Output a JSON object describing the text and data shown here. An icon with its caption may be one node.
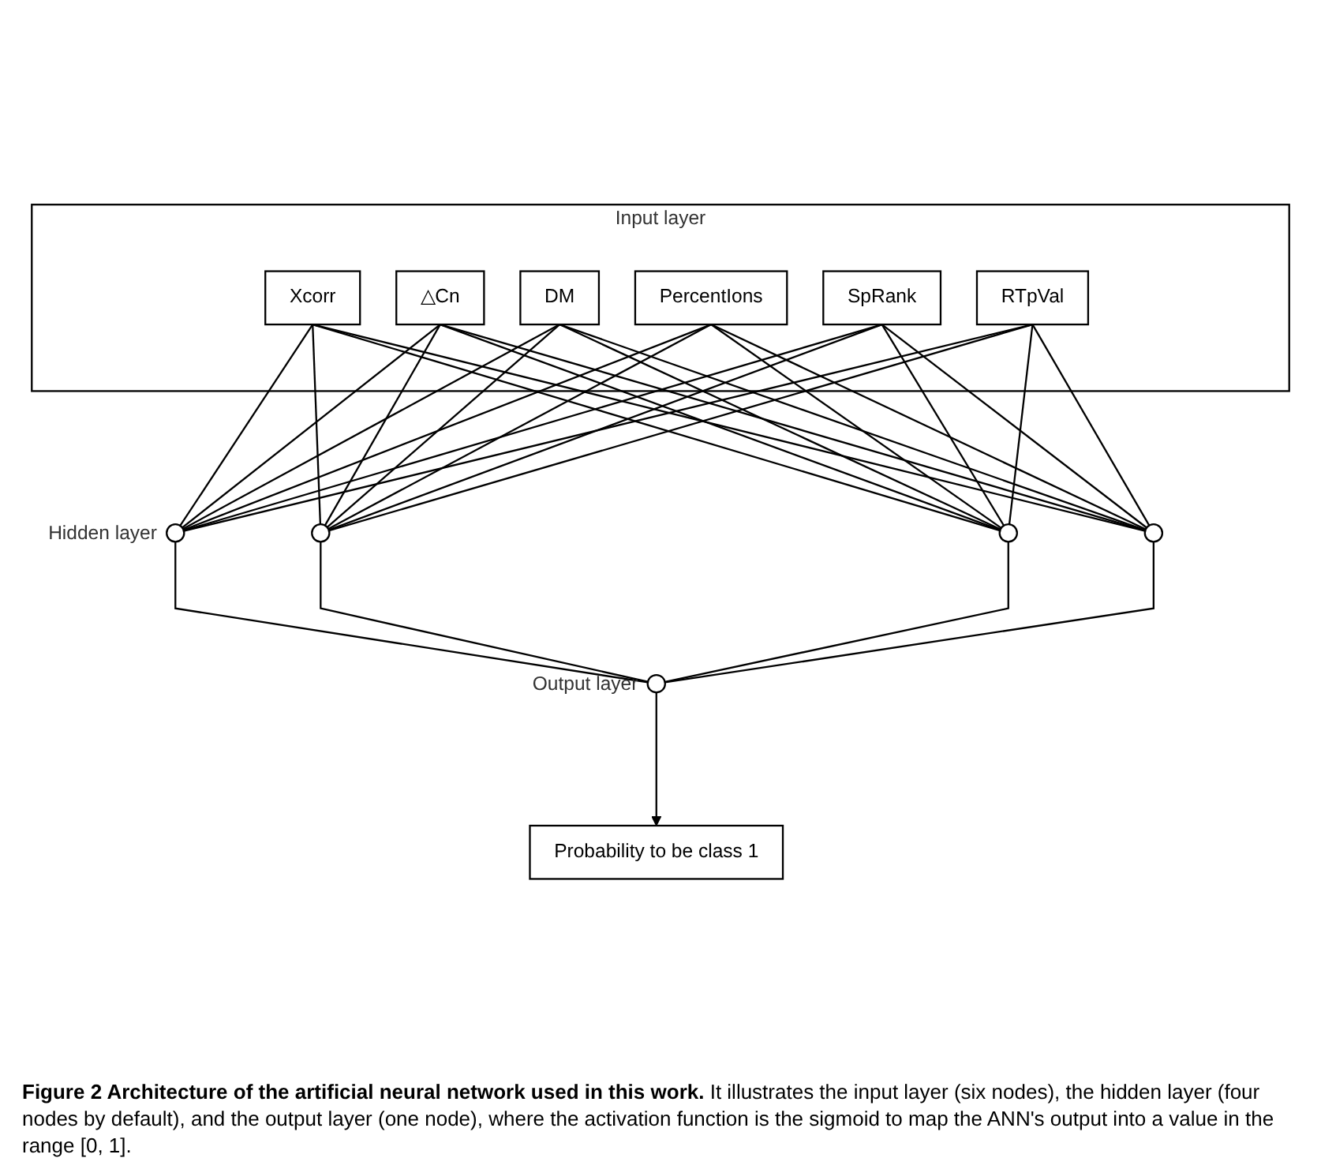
{
  "diagram": {
    "caption": "**Figure 2 Architecture of the artificial neural network used in this work.** It illustrates the input layer (six nodes), the hidden layer (four nodes by default), and the output layer (one node), where the activation function is the sigmoid to map the ANN's output into a value in the range [0, 1].",
    "nodes": [
      {
        "text": [
          "Input layer"
        ]
      },
      {
        "text": [
          "Xcorr"
        ],
        "in": 0
      },
      {
        "text": [
          "△Cn"
        ],
        "in": 0
      },
      {
        "text": [
          "DM"
        ],
        "in": 0
      },
      {
        "text": [
          "PercentIons"
        ],
        "in": 0
      },
      {
        "text": [
          "SpRank"
        ],
        "in": 0
      },
      {
        "text": [
          "RTpVal"
        ],
        "in": 0
      },
      {
        "text": [],
        "shape": "circle",
        "beside": [
          "Hidden layer"
        ]
      },
      {
        "text": [],
        "shape": "circle"
      },
      {
        "text": [],
        "shape": "circle"
      },
      {
        "text": [],
        "shape": "circle"
      },
      {
        "text": [],
        "shape": "circle",
        "beside": [
          "Output layer"
        ]
      },
      {
        "text": [
          "Probability to be class 1"
        ]
      }
    ],
    "edges": [
      {
        "from": 1,
        "to": 7,
        "arrow": "none"
      },
      {
        "from": 1,
        "to": 8,
        "arrow": "none"
      },
      {
        "from": 1,
        "to": 9,
        "arrow": "none"
      },
      {
        "from": 1,
        "to": 10,
        "arrow": "none"
      },
      {
        "from": 2,
        "to": 7,
        "arrow": "none"
      },
      {
        "from": 2,
        "to": 8,
        "arrow": "none"
      },
      {
        "from": 2,
        "to": 9,
        "arrow": "none"
      },
      {
        "from": 2,
        "to": 10,
        "arrow": "none"
      },
      {
        "from": 3,
        "to": 7,
        "arrow": "none"
      },
      {
        "from": 3,
        "to": 8,
        "arrow": "none"
      },
      {
        "from": 3,
        "to": 9,
        "arrow": "none"
      },
      {
        "from": 3,
        "to": 10,
        "arrow": "none"
      },
      {
        "from": 4,
        "to": 7,
        "arrow": "none"
      },
      {
        "from": 4,
        "to": 8,
        "arrow": "none"
      },
      {
        "from": 4,
        "to": 9,
        "arrow": "none"
      },
      {
        "from": 4,
        "to": 10,
        "arrow": "none"
      },
      {
        "from": 5,
        "to": 7,
        "arrow": "none"
      },
      {
        "from": 5,
        "to": 8,
        "arrow": "none"
      },
      {
        "from": 5,
        "to": 9,
        "arrow": "none"
      },
      {
        "from": 5,
        "to": 10,
        "arrow": "none"
      },
      {
        "from": 6,
        "to": 7,
        "arrow": "none"
      },
      {
        "from": 6,
        "to": 8,
        "arrow": "none"
      },
      {
        "from": 6,
        "to": 9,
        "arrow": "none"
      },
      {
        "from": 6,
        "to": 10,
        "arrow": "none"
      },
      {
        "from": 7,
        "to": 11,
        "arrow": "none"
      },
      {
        "from": 8,
        "to": 11,
        "arrow": "none"
      },
      {
        "from": 9,
        "to": 11,
        "arrow": "none"
      },
      {
        "from": 10,
        "to": 11,
        "arrow": "none"
      },
      {
        "from": 11,
        "to": 12,
        "arrow": "to"
      }
    ]
  }
}
